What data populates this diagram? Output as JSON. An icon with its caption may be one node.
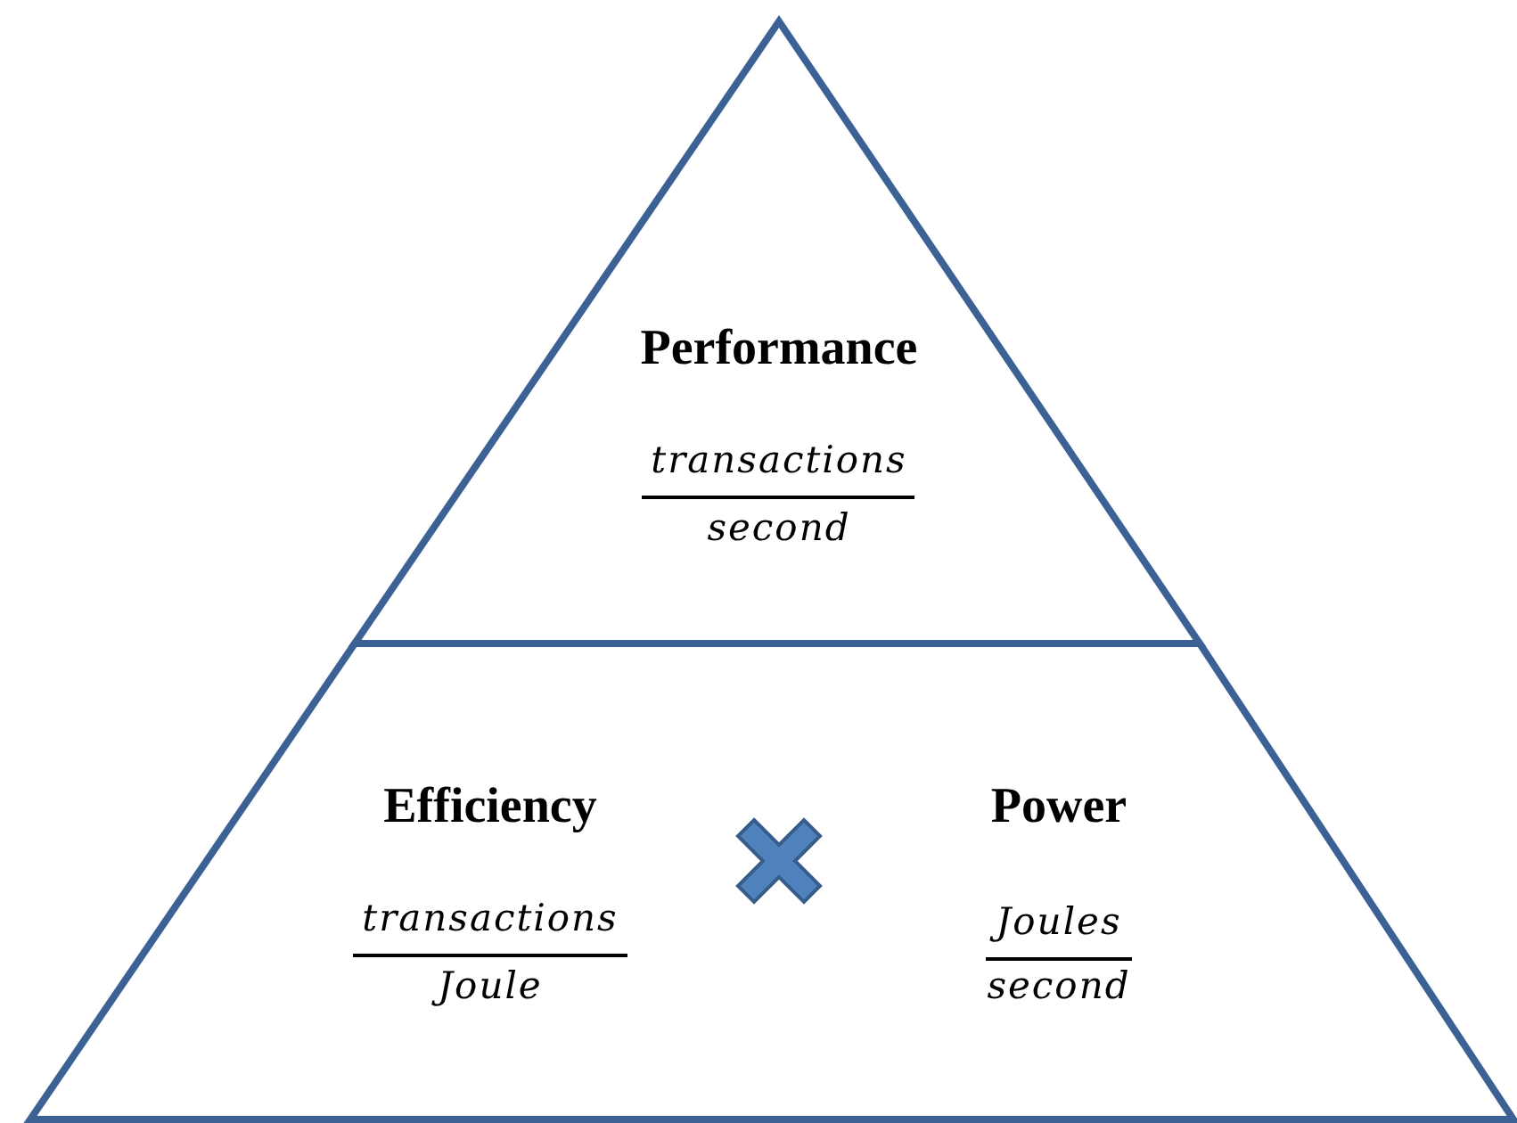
{
  "diagram": {
    "nodes": [
      {
        "text": [
          "Performance",
          "transactions",
          "second"
        ]
      },
      {
        "text": [
          "Efficiency",
          "transactions",
          "Joule",
          "Power",
          "Joules",
          "second"
        ]
      }
    ]
  }
}
